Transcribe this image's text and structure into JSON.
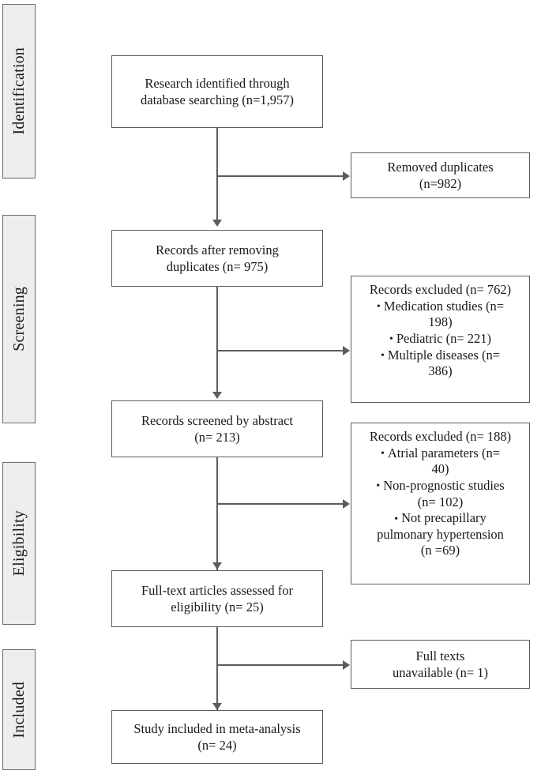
{
  "diagram": {
    "title": "PRISMA flow diagram",
    "type": "flowchart",
    "colors": {
      "phase_fill": "#ededed",
      "phase_border": "#6b6b6b",
      "box_border": "#5c5c5c",
      "connector": "#5c5c5c",
      "background": "#ffffff",
      "text": "#1a1a1a"
    }
  },
  "phases": [
    {
      "label": "Identification"
    },
    {
      "label": "Screening"
    },
    {
      "label": "Eligibility"
    },
    {
      "label": "Included"
    }
  ],
  "main_boxes": [
    {
      "text": "Research identified through\ndatabase searching (n=1,957)"
    },
    {
      "text": "Records after removing\nduplicates (n= 975)"
    },
    {
      "text": "Records screened by abstract\n(n= 213)"
    },
    {
      "text": "Full-text articles assessed for\neligibility (n= 25)"
    },
    {
      "text": "Study included in meta-analysis\n(n= 24)"
    }
  ],
  "side_boxes": [
    {
      "type": "simple",
      "text": "Removed duplicates\n(n=982)"
    },
    {
      "type": "excluded",
      "heading": "Records excluded (n= 762)",
      "items": [
        "Medication studies (n=\n198)",
        "Pediatric (n= 221)",
        "Multiple diseases (n=\n386)"
      ]
    },
    {
      "type": "excluded",
      "heading": "Records excluded  (n= 188)",
      "items": [
        "Atrial parameters (n=\n40)",
        "Non-prognostic studies\n(n= 102)",
        "Not precapillary\npulmonary hypertension\n(n =69)"
      ]
    },
    {
      "type": "simple",
      "text": "Full texts\nunavailable (n= 1)"
    }
  ],
  "bullet_glyph": "•",
  "chart_data": {
    "type": "flow",
    "title": "PRISMA study selection flow",
    "nodes": [
      {
        "id": "identified",
        "stage": "Identification",
        "label": "Research identified through database searching",
        "n": 1957
      },
      {
        "id": "duplicates_removed",
        "stage": "Identification",
        "label": "Removed duplicates",
        "n": 982
      },
      {
        "id": "after_duplicates",
        "stage": "Screening",
        "label": "Records after removing duplicates",
        "n": 975
      },
      {
        "id": "excluded_screening",
        "stage": "Screening",
        "label": "Records excluded",
        "n": 762,
        "reasons": [
          {
            "label": "Medication studies",
            "n": 198
          },
          {
            "label": "Pediatric",
            "n": 221
          },
          {
            "label": "Multiple diseases",
            "n": 386
          }
        ]
      },
      {
        "id": "screened_abstract",
        "stage": "Screening",
        "label": "Records screened by abstract",
        "n": 213
      },
      {
        "id": "excluded_eligibility",
        "stage": "Eligibility",
        "label": "Records excluded",
        "n": 188,
        "reasons": [
          {
            "label": "Atrial parameters",
            "n": 40
          },
          {
            "label": "Non-prognostic studies",
            "n": 102
          },
          {
            "label": "Not precapillary pulmonary hypertension",
            "n": 69
          }
        ]
      },
      {
        "id": "fulltext_assessed",
        "stage": "Eligibility",
        "label": "Full-text articles assessed for eligibility",
        "n": 25
      },
      {
        "id": "fulltext_unavailable",
        "stage": "Included",
        "label": "Full texts unavailable",
        "n": 1
      },
      {
        "id": "included",
        "stage": "Included",
        "label": "Study included in meta-analysis",
        "n": 24
      }
    ],
    "edges": [
      {
        "from": "identified",
        "to": "duplicates_removed",
        "direction": "right"
      },
      {
        "from": "identified",
        "to": "after_duplicates",
        "direction": "down"
      },
      {
        "from": "after_duplicates",
        "to": "excluded_screening",
        "direction": "right"
      },
      {
        "from": "after_duplicates",
        "to": "screened_abstract",
        "direction": "down"
      },
      {
        "from": "screened_abstract",
        "to": "excluded_eligibility",
        "direction": "right"
      },
      {
        "from": "screened_abstract",
        "to": "fulltext_assessed",
        "direction": "down"
      },
      {
        "from": "fulltext_assessed",
        "to": "fulltext_unavailable",
        "direction": "right"
      },
      {
        "from": "fulltext_assessed",
        "to": "included",
        "direction": "down"
      }
    ]
  }
}
